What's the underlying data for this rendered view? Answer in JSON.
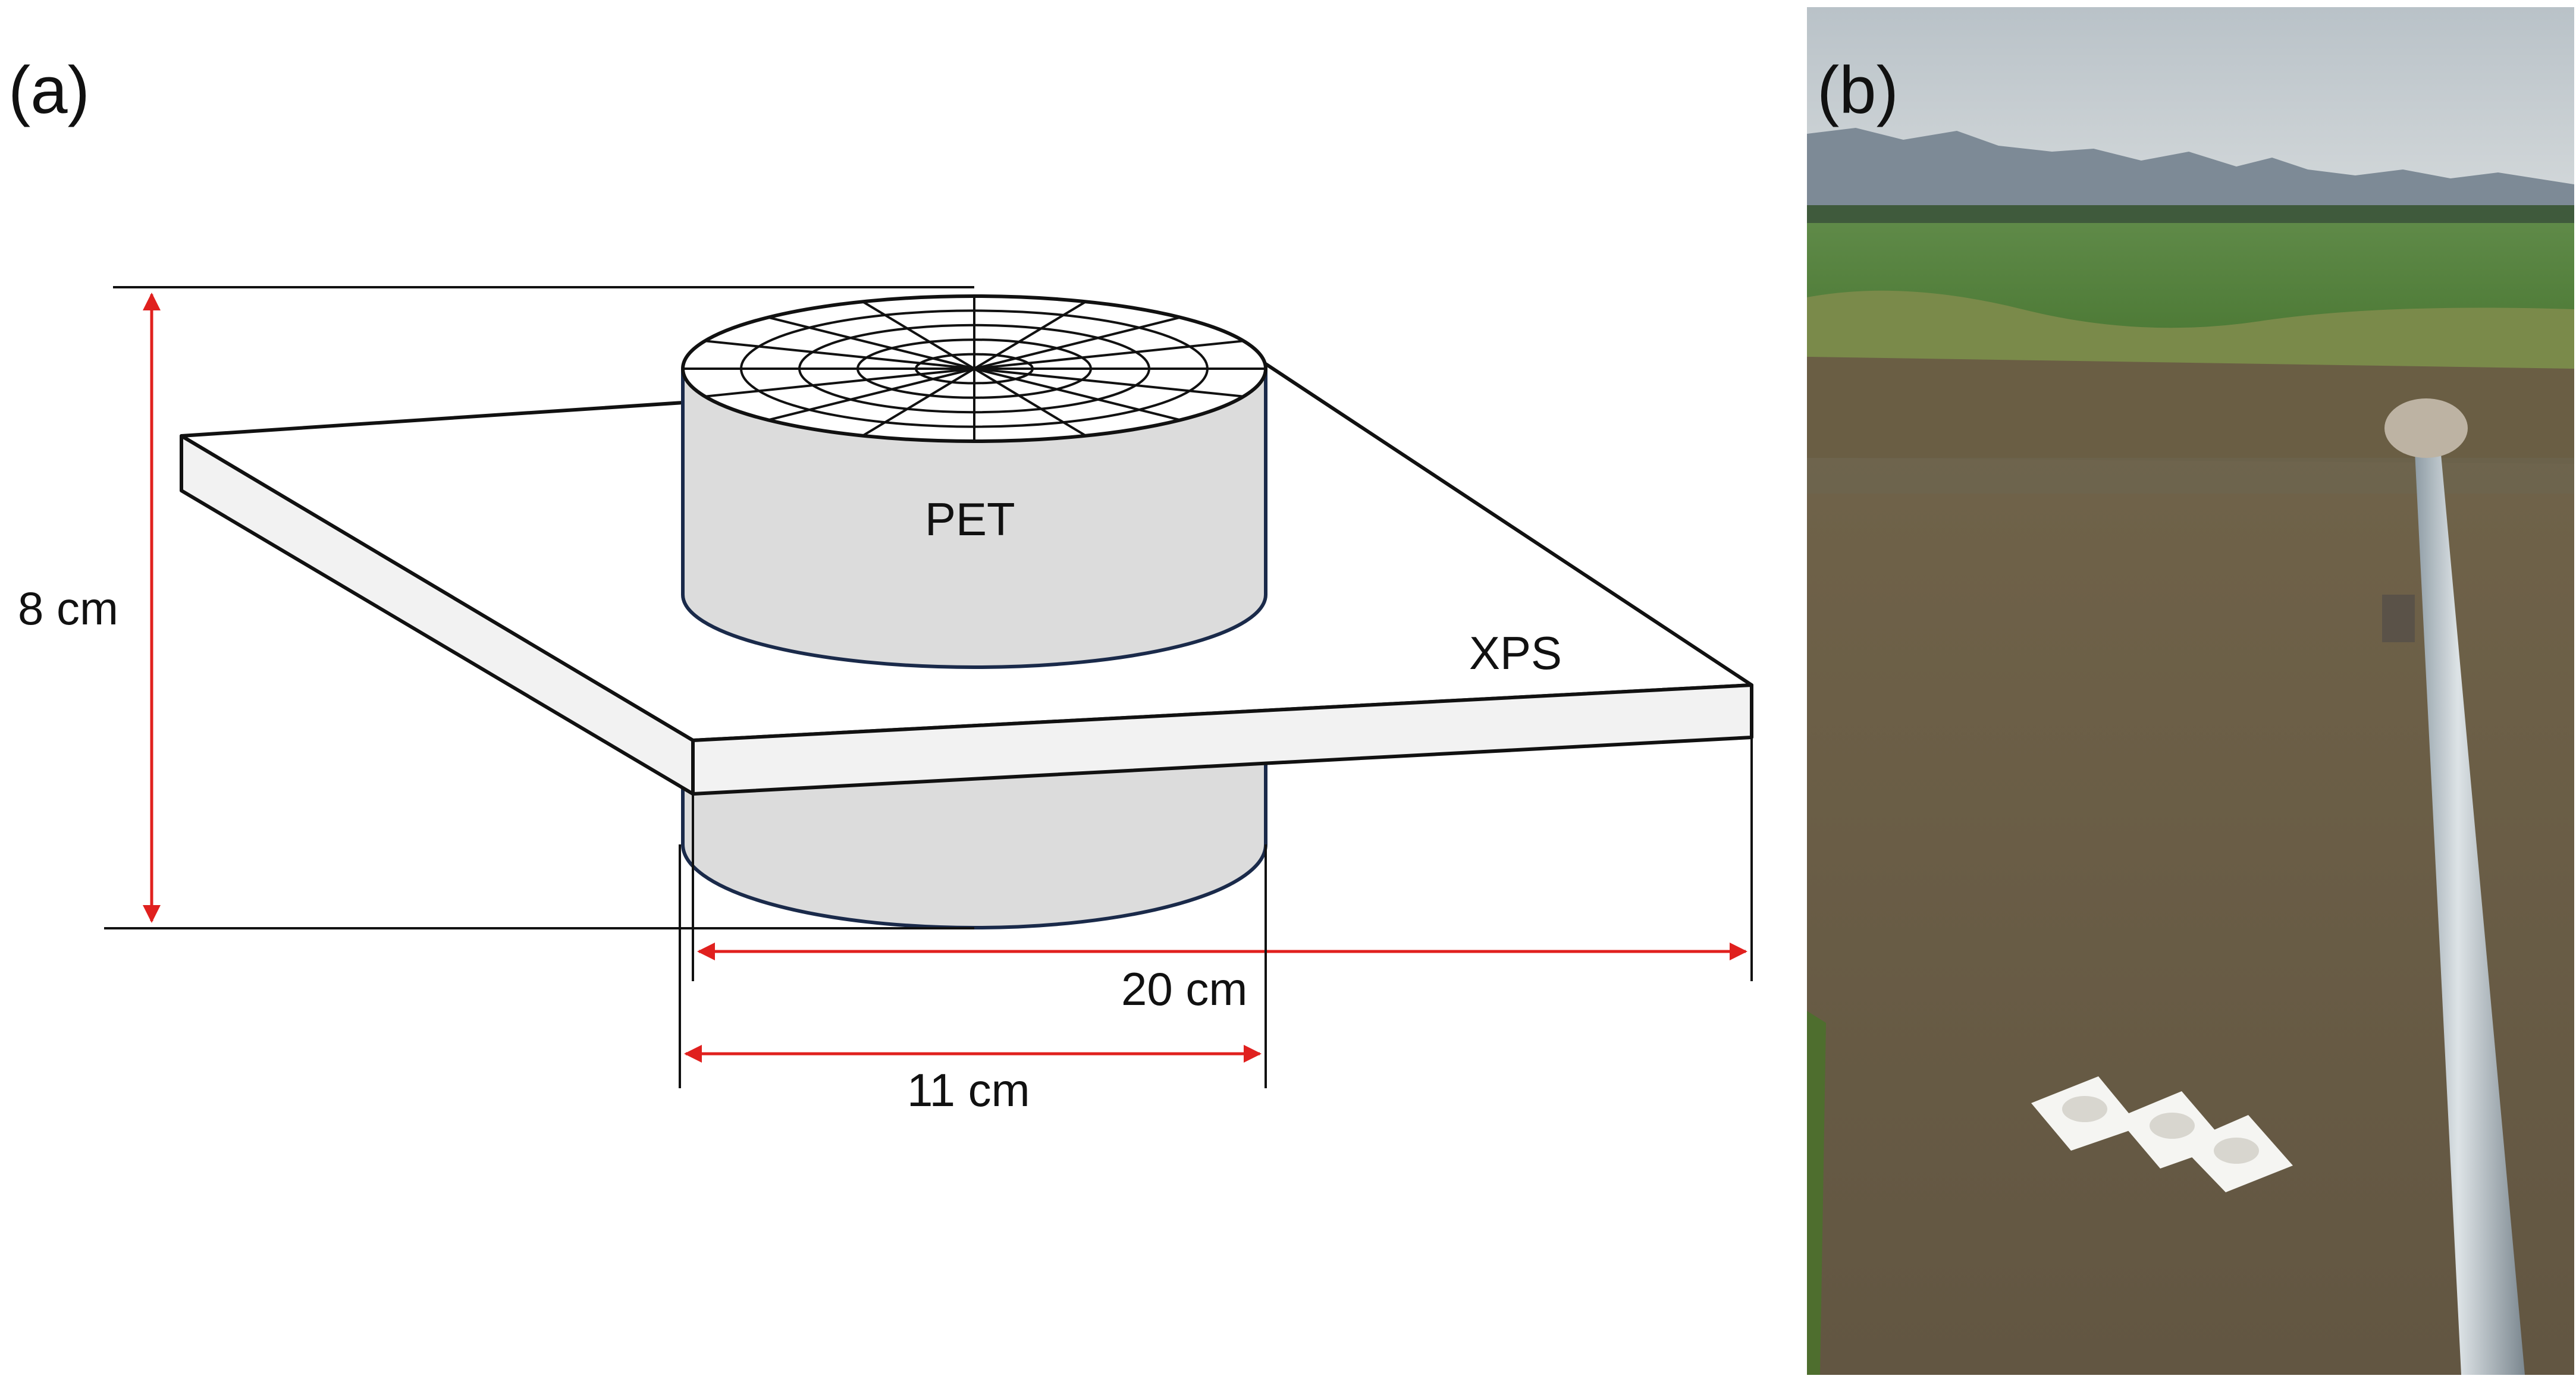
{
  "panel_a": {
    "label": "(a)",
    "materials": {
      "top": "PET",
      "plate": "XPS"
    },
    "dimensions": {
      "height": "8 cm",
      "plate_width": "20 cm",
      "cylinder_diameter": "11 cm"
    },
    "colors": {
      "cylinder_fill": "#dcdcdc",
      "cylinder_edge": "#1a2a4a",
      "dimension_line": "#e0201e"
    }
  },
  "panel_b": {
    "label": "(b)",
    "photo_description_icon": "field-photo-canal-with-floating-samplers"
  }
}
